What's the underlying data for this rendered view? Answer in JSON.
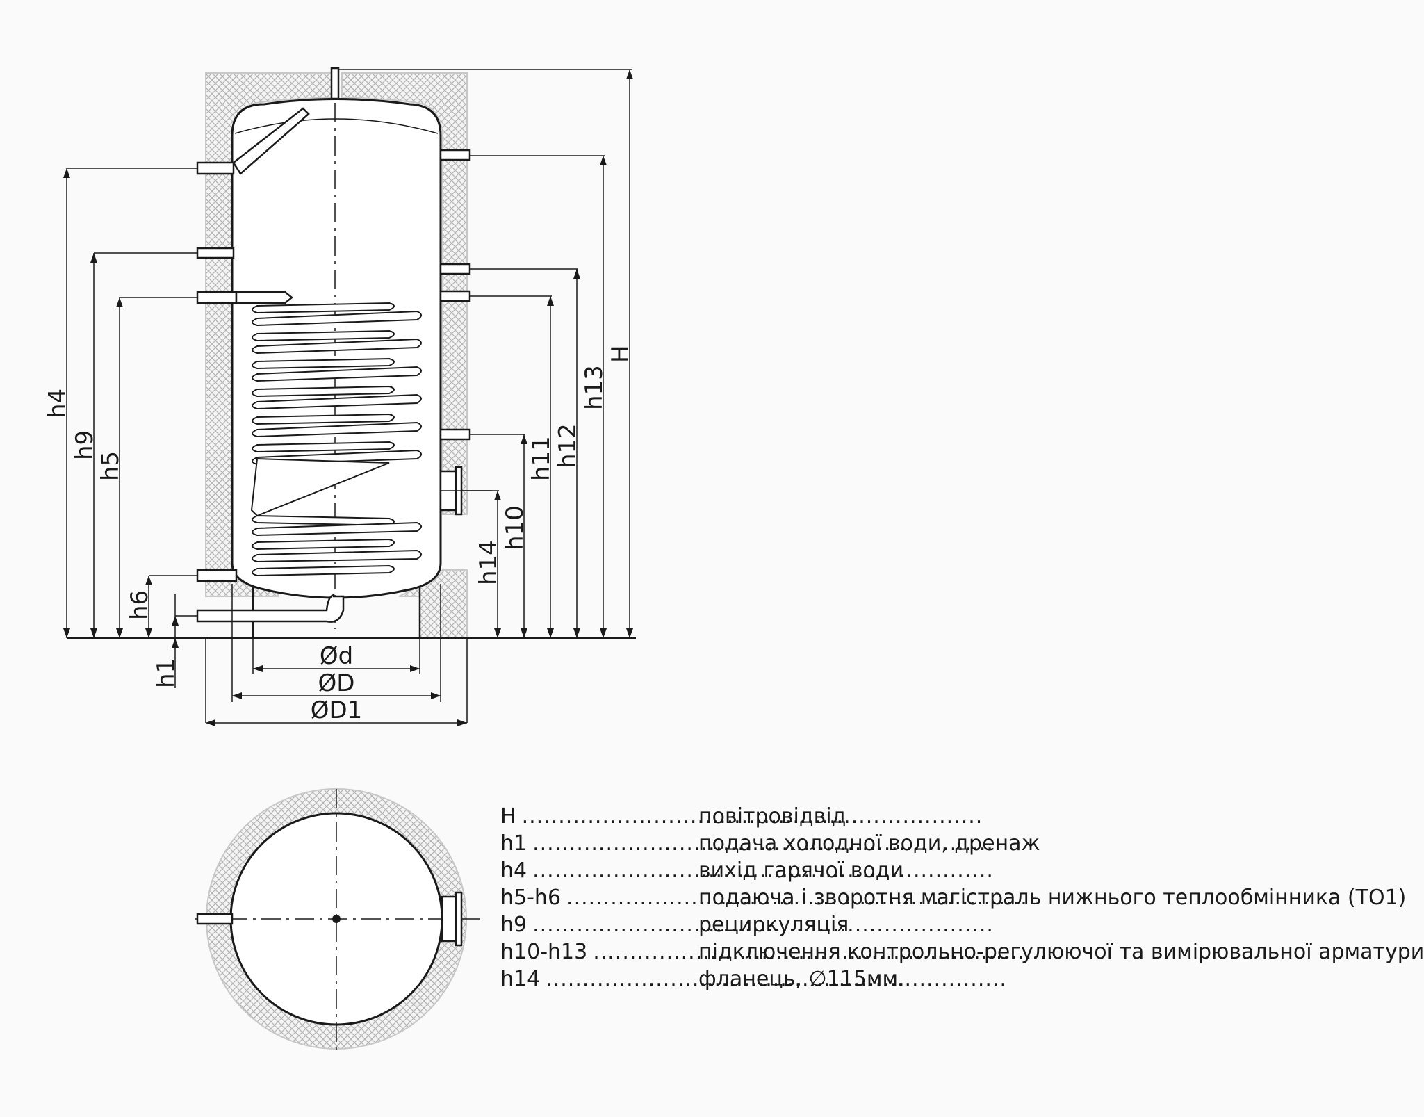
{
  "dimensions": {
    "H": "H",
    "h1": "h1",
    "h4": "h4",
    "h5": "h5",
    "h6": "h6",
    "h9": "h9",
    "h10": "h10",
    "h11": "h11",
    "h12": "h12",
    "h13": "h13",
    "h14": "h14",
    "d_small": "Ød",
    "d_mid": "ØD",
    "d_outer": "ØD1"
  },
  "legend": [
    {
      "code": "H",
      "desc": "повітровідвід"
    },
    {
      "code": "h1",
      "desc": "подача холодної води, дренаж"
    },
    {
      "code": "h4",
      "desc": "вихід гарячої води"
    },
    {
      "code": "h5-h6",
      "desc": "подаюча і зворотня магістраль нижнього теплообмінника (ТО1)"
    },
    {
      "code": "h9",
      "desc": "рециркуляція"
    },
    {
      "code": "h10-h13",
      "desc": "підключення контрольно-регулюючої та вимірювальної арматури"
    },
    {
      "code": "h14",
      "desc": "фланець, ∅115мм."
    }
  ],
  "colors": {
    "line": "#1a1a1a",
    "insulation": "#bdbdbd"
  }
}
